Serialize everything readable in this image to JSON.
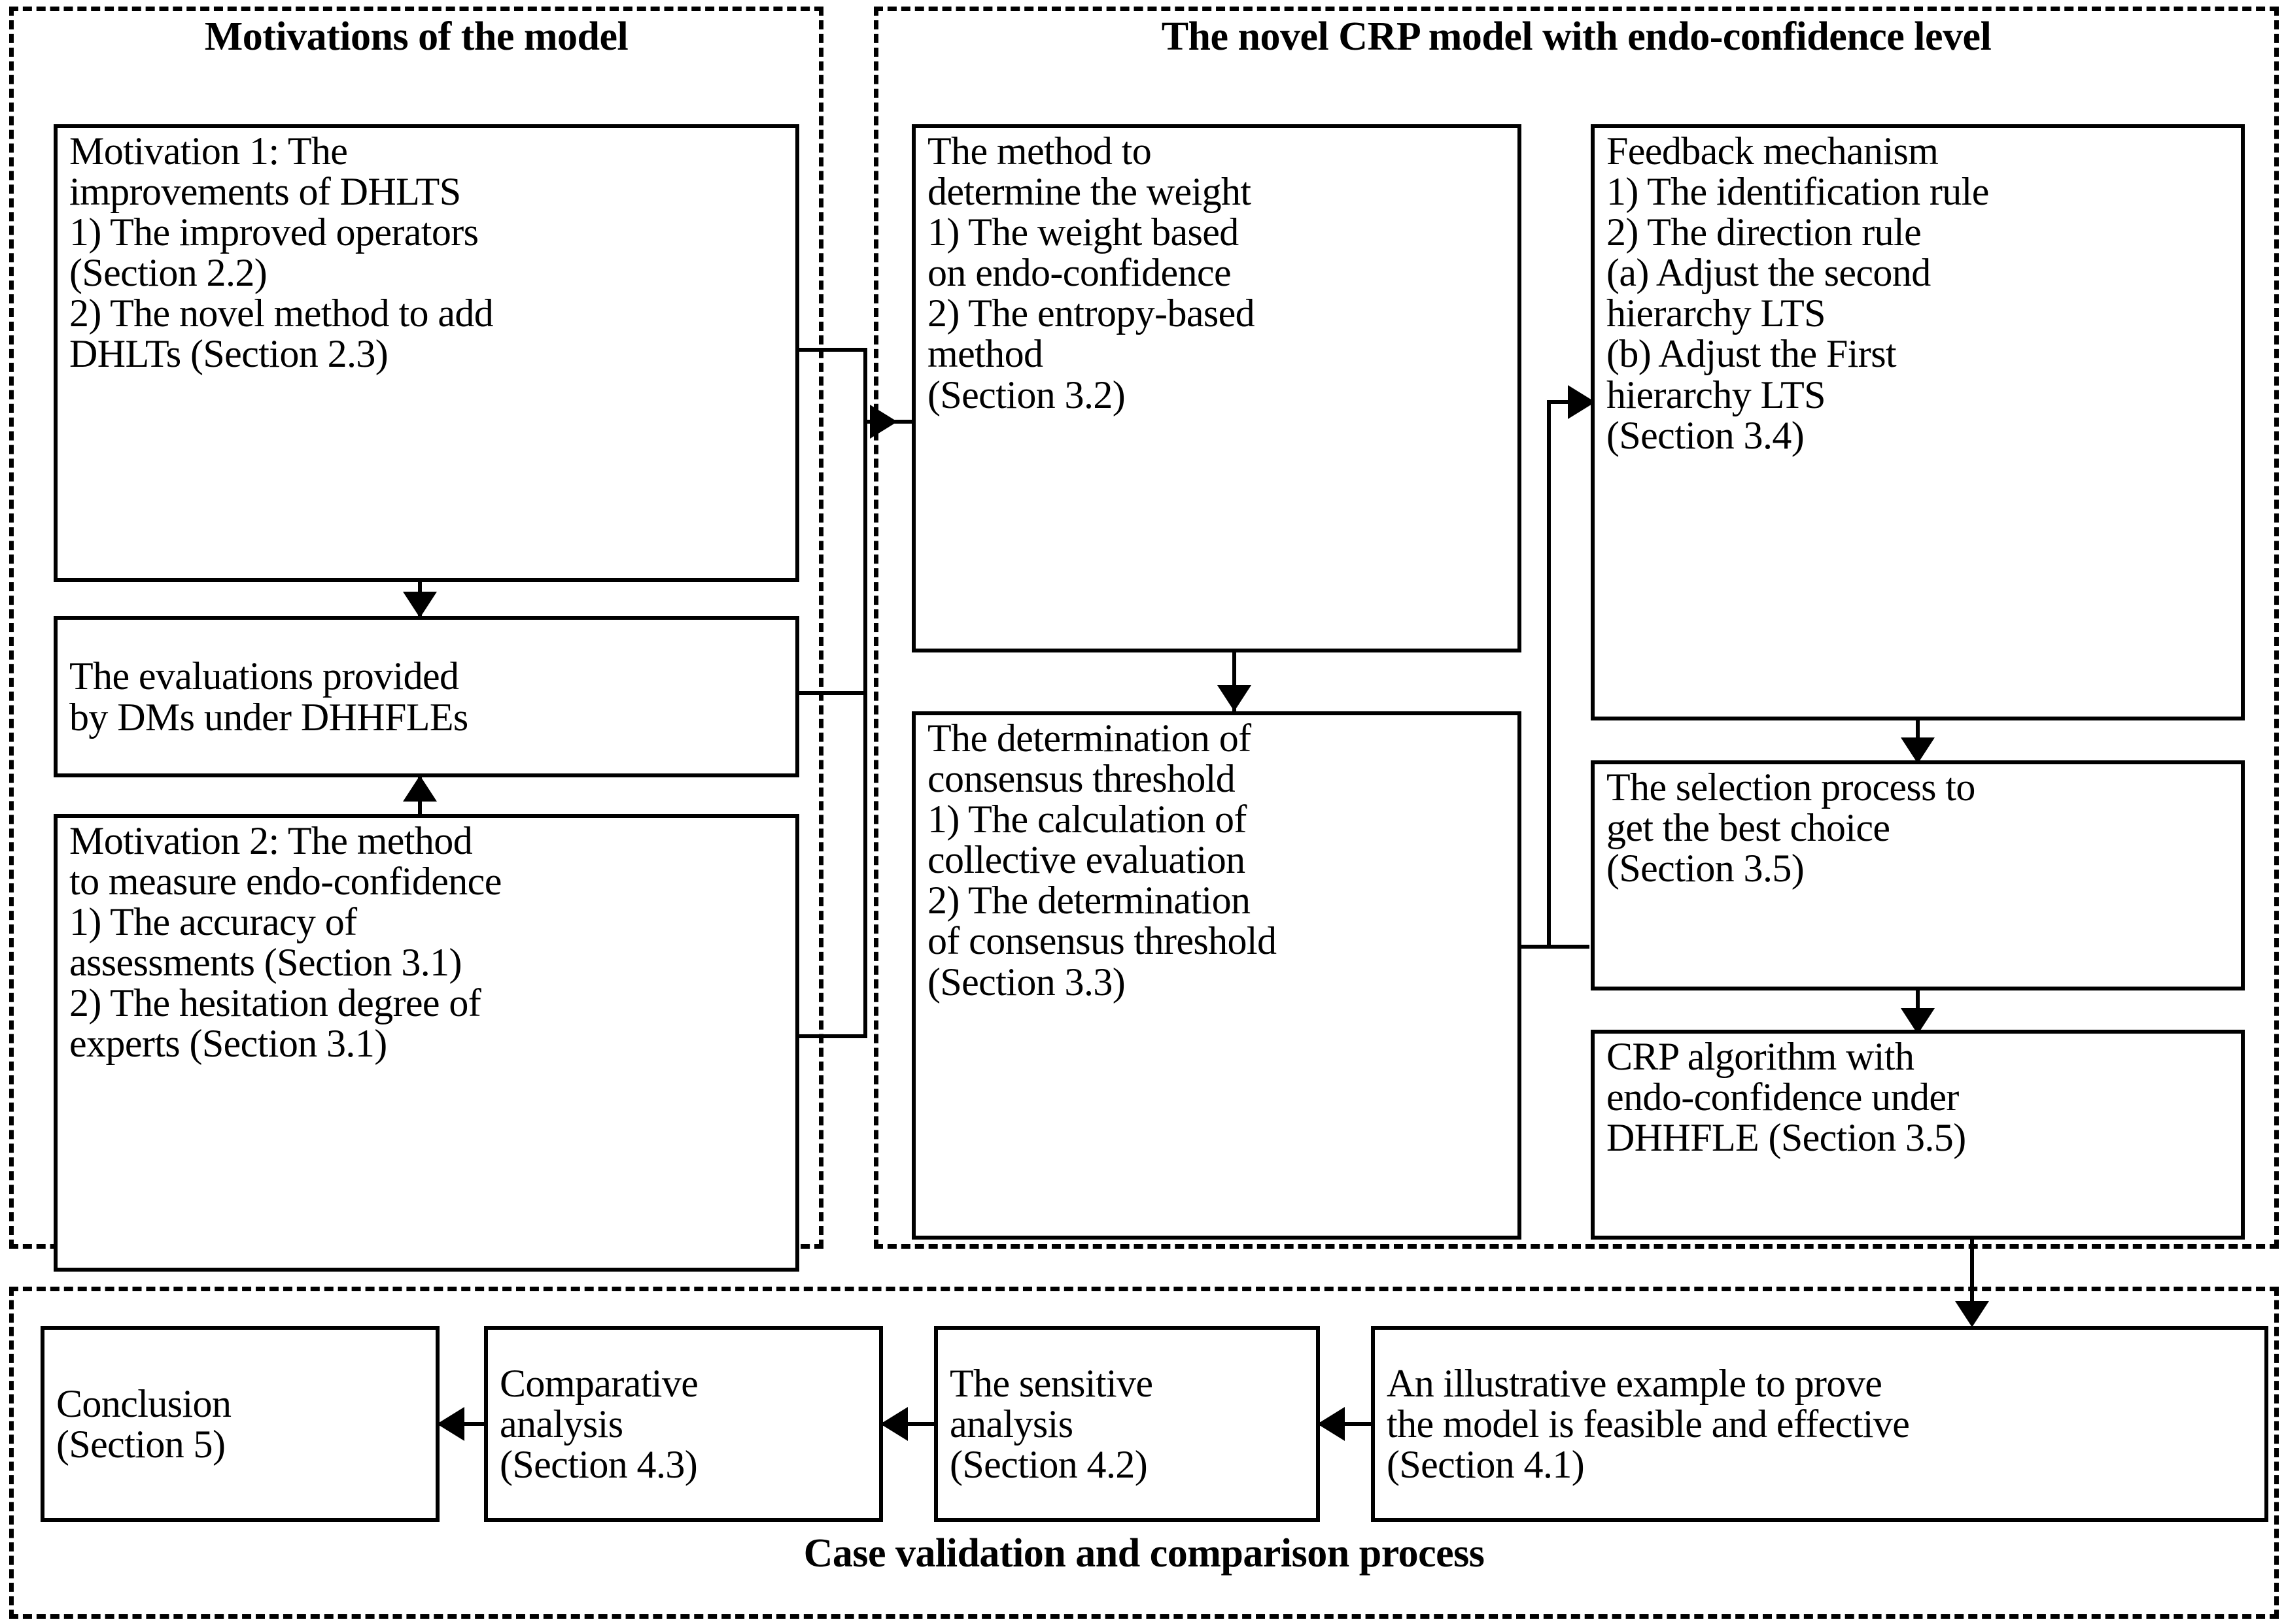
{
  "diagram": {
    "panels": {
      "motivations": {
        "title": "Motivations of the model"
      },
      "model": {
        "title": "The novel CRP model with endo-confidence level"
      },
      "case": {
        "title": "Case validation and comparison process"
      }
    },
    "boxes": {
      "motivation1": {
        "lines": [
          "Motivation 1: The",
          "improvements of DHLTS",
          "1) The improved operators",
          "(Section 2.2)",
          "2) The novel method to add",
          "DHLTs (Section 2.3)"
        ]
      },
      "evaluations": {
        "lines": [
          "The evaluations provided",
          "by DMs under DHHFLEs"
        ]
      },
      "motivation2": {
        "lines": [
          "Motivation 2: The method",
          "to measure endo-confidence",
          "1) The accuracy of",
          "assessments (Section 3.1)",
          "2) The hesitation degree of",
          "experts (Section 3.1)"
        ]
      },
      "weight_method": {
        "lines": [
          "The method to",
          "determine the weight",
          "1) The weight based",
          "on endo-confidence",
          "2) The entropy-based",
          "method",
          "(Section 3.2)"
        ]
      },
      "consensus_threshold": {
        "lines": [
          "The determination of",
          "consensus threshold",
          "1) The calculation of",
          "collective evaluation",
          "2) The determination",
          "of consensus threshold",
          "(Section 3.3)"
        ]
      },
      "feedback_mechanism": {
        "lines": [
          "Feedback mechanism",
          "1) The identification rule",
          "2) The direction rule",
          "(a) Adjust the second",
          "hierarchy LTS",
          "(b) Adjust the First",
          "hierarchy LTS",
          "(Section 3.4)"
        ]
      },
      "selection_process": {
        "lines": [
          "The selection process to",
          "get the best choice",
          "(Section 3.5)"
        ]
      },
      "crp_algorithm": {
        "lines": [
          "CRP algorithm with",
          "endo-confidence under",
          "DHHFLE (Section 3.5)"
        ]
      },
      "illustrative_example": {
        "lines": [
          "An illustrative example to prove",
          "the model is feasible and effective",
          "(Section 4.1)"
        ]
      },
      "sensitive_analysis": {
        "lines": [
          "The sensitive",
          "analysis",
          "(Section 4.2)"
        ]
      },
      "comparative_analysis": {
        "lines": [
          "Comparative",
          "analysis",
          "(Section 4.3)"
        ]
      },
      "conclusion": {
        "lines": [
          "Conclusion",
          "(Section 5)"
        ]
      }
    },
    "colors": {
      "stroke": "#000000",
      "background": "#ffffff"
    }
  }
}
